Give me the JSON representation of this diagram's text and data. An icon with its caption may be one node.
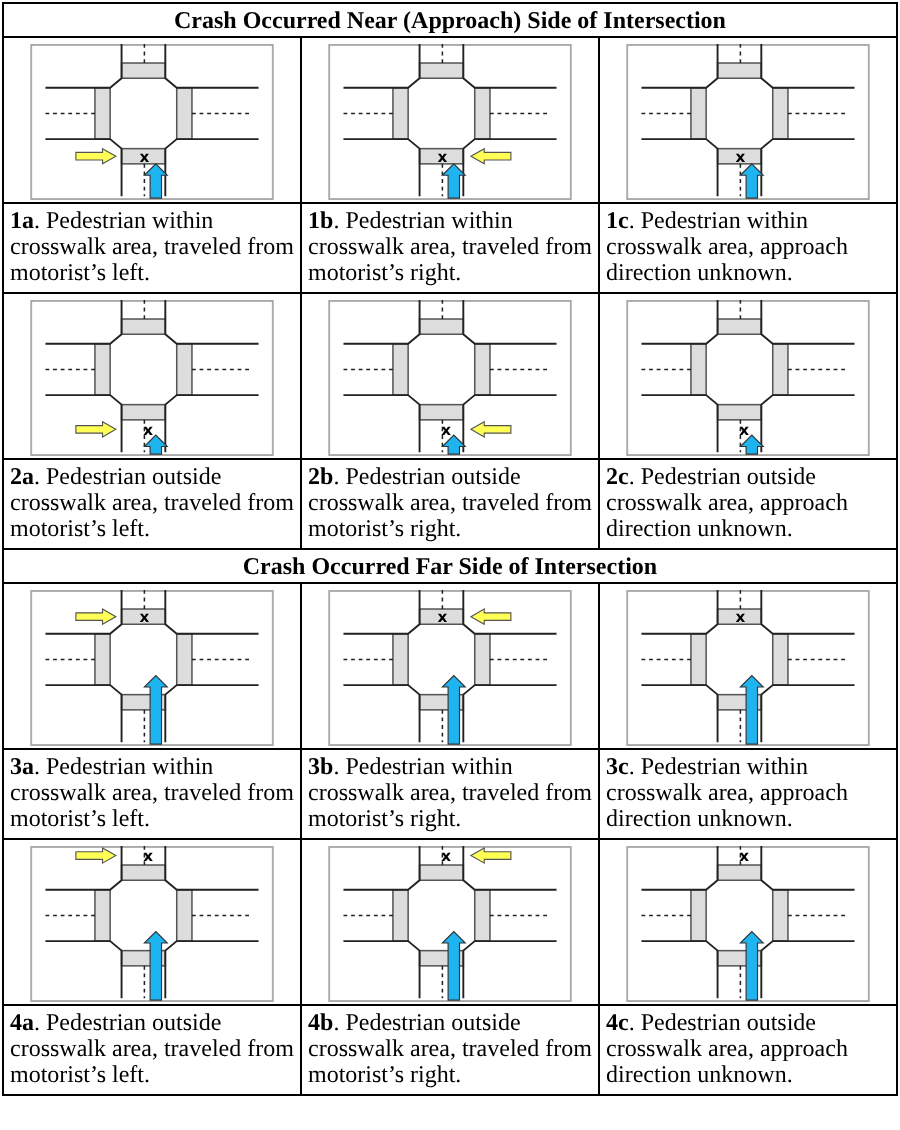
{
  "diagram": {
    "labels": [
      "Crash Occurred Near (Approach) Side of Intersection",
      "x",
      "x",
      "x",
      "**1a**. Pedestrian within crosswalk area, traveled from motorist’s left.",
      "**1b**. Pedestrian within crosswalk area, traveled from motorist’s right.",
      "**1c**. Pedestrian within crosswalk area, approach direction unknown.",
      "x",
      "x",
      "x",
      "**2a**. Pedestrian outside crosswalk area, traveled from motorist’s left.",
      "**2b**. Pedestrian outside crosswalk area, traveled from motorist’s right.",
      "**2c**. Pedestrian outside crosswalk area, approach direction unknown.",
      "Crash Occurred Far Side of Intersection",
      "x",
      "x",
      "x",
      "**3a**. Pedestrian within crosswalk area, traveled from motorist’s left.",
      "**3b**. Pedestrian within crosswalk area, traveled from motorist’s right.",
      "**3c**. Pedestrian within crosswalk area, approach direction unknown.",
      "x",
      "x",
      "x",
      "**4a**. Pedestrian outside crosswalk area, traveled from motorist’s left.",
      "**4b**. Pedestrian outside crosswalk area, traveled from motorist’s right.",
      "**4c**. Pedestrian outside crosswalk area, approach direction unknown."
    ]
  }
}
